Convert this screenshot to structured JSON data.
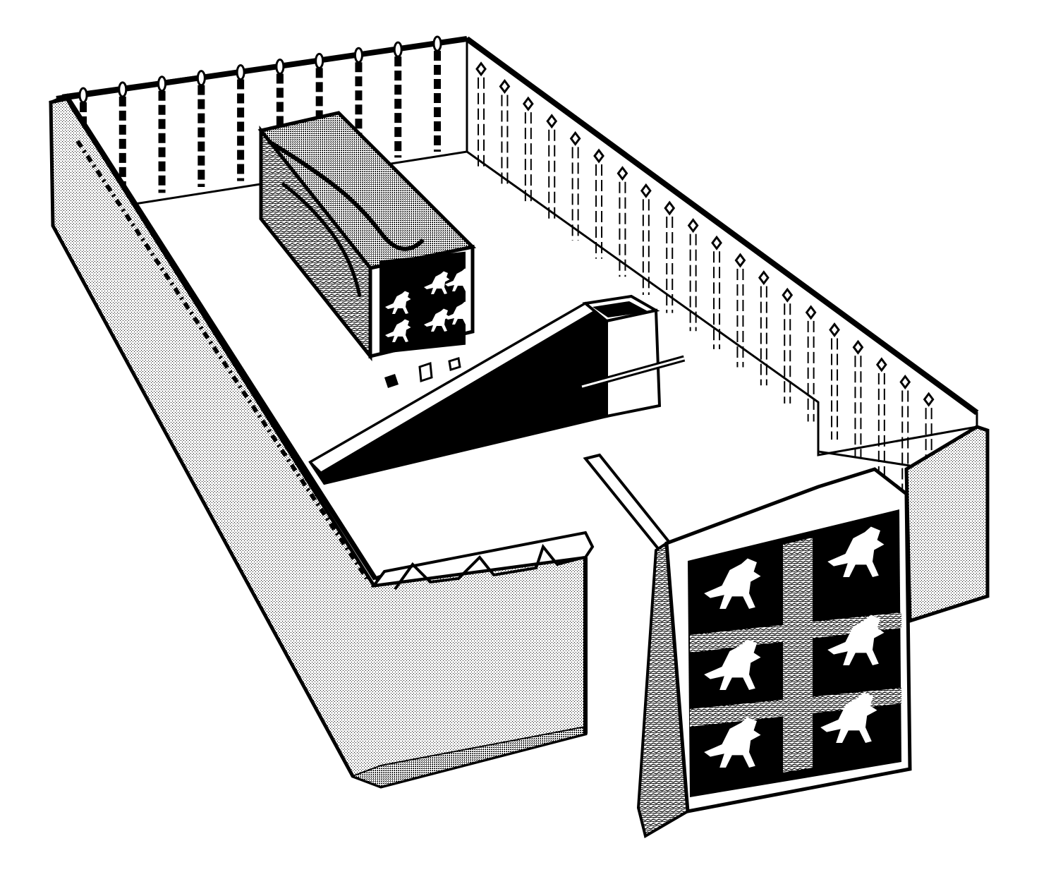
{
  "colors": {
    "ink": "#000000",
    "paper": "#ffffff",
    "shade": "#d9d9d9",
    "dark_shade": "#9a9a9a"
  },
  "illustration": {
    "left_wall_posts": 10,
    "right_wall_posts": 20,
    "curtain_creatures": 6,
    "altar_panel_creatures": 6
  }
}
